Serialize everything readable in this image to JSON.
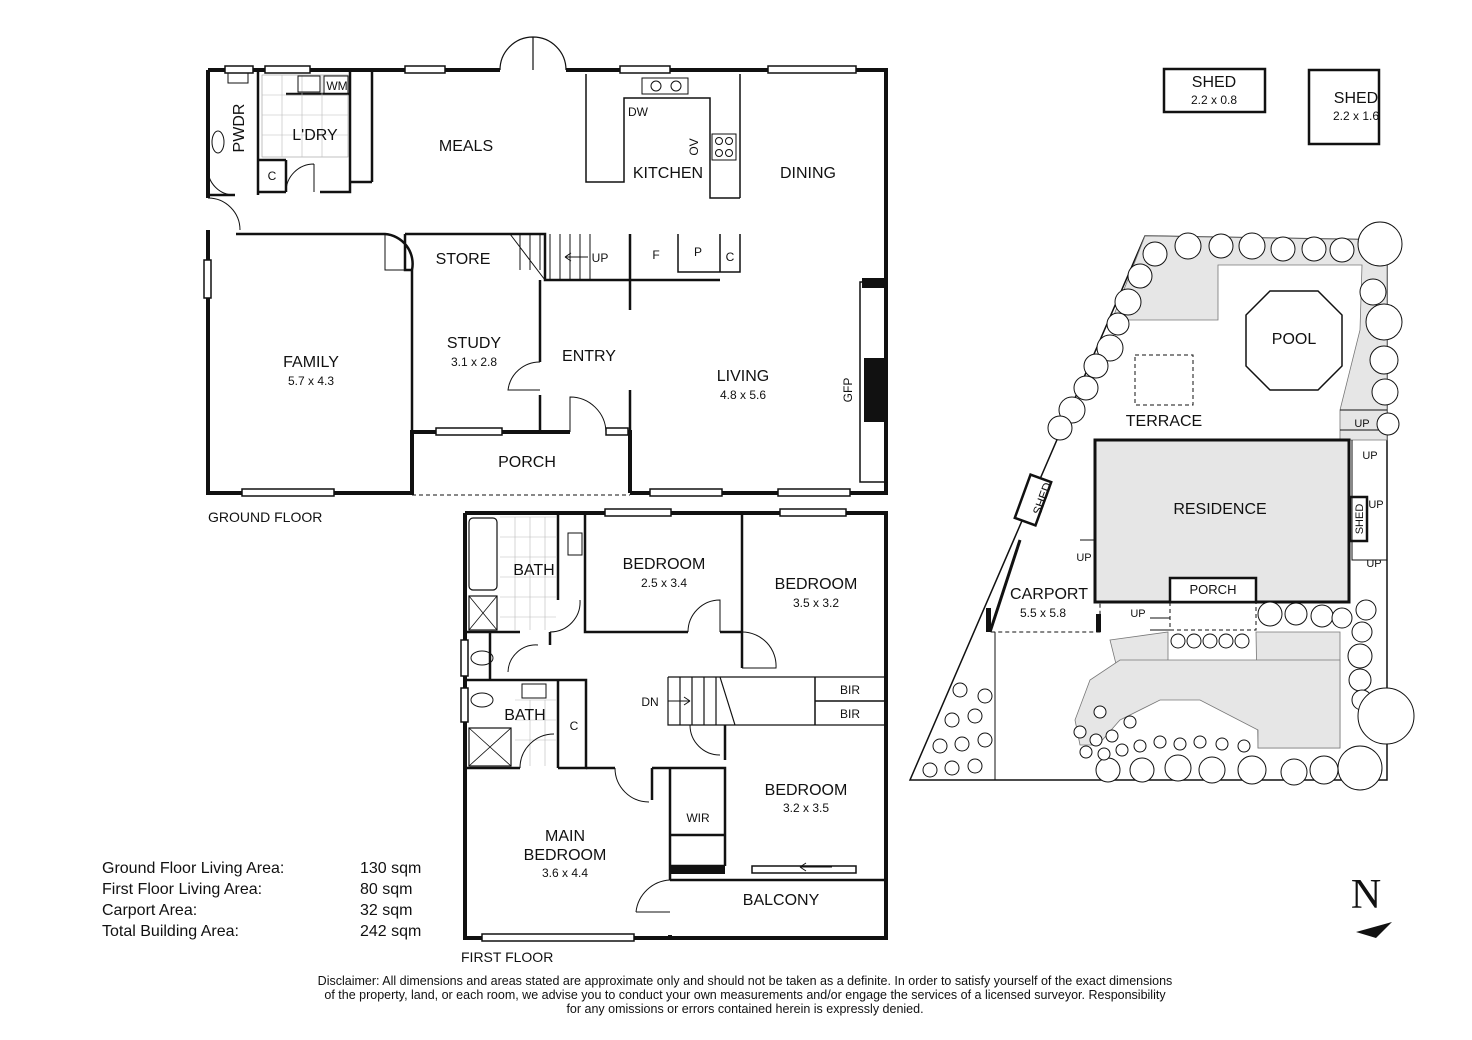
{
  "ground_floor": {
    "title": "GROUND FLOOR",
    "rooms": {
      "pwdr": "PWDR",
      "wm": "WM",
      "laundry": "L'DRY",
      "cupboard": "C",
      "meals": "MEALS",
      "dw": "DW",
      "ov": "OV",
      "kitchen": "KITCHEN",
      "dining": "DINING",
      "store": "STORE",
      "up": "UP",
      "fridge": "F",
      "pantry": "P",
      "cupboard2": "C",
      "family": "FAMILY",
      "family_dim": "5.7 x 4.3",
      "study": "STUDY",
      "study_dim": "3.1 x 2.8",
      "entry": "ENTRY",
      "living": "LIVING",
      "living_dim": "4.8 x 5.6",
      "gfp": "GFP",
      "porch": "PORCH"
    }
  },
  "first_floor": {
    "title": "FIRST FLOOR",
    "rooms": {
      "bath1": "BATH",
      "bed1": "BEDROOM",
      "bed1_dim": "2.5 x 3.4",
      "bed2": "BEDROOM",
      "bed2_dim": "3.5 x 3.2",
      "dn": "DN",
      "bir1": "BIR",
      "bir2": "BIR",
      "bath2": "BATH",
      "cupboard": "C",
      "bed3": "BEDROOM",
      "bed3_dim": "3.2 x 3.5",
      "wir": "WIR",
      "main_bed_1": "MAIN",
      "main_bed_2": "BEDROOM",
      "main_bed_dim": "3.6 x 4.4",
      "balcony": "BALCONY"
    }
  },
  "site": {
    "shed1": "SHED",
    "shed1_dim": "2.2 x 0.8",
    "shed2": "SHED",
    "shed2_dim": "2.2 x 1.6",
    "pool": "POOL",
    "terrace": "TERRACE",
    "residence": "RESIDENCE",
    "shed_left": "SHED",
    "shed_right": "SHED",
    "carport": "CARPORT",
    "carport_dim": "5.5 x 5.8",
    "porch": "PORCH",
    "up1": "UP",
    "up2": "UP",
    "up3": "UP",
    "up4": "UP",
    "up5": "UP",
    "up6": "UP"
  },
  "north": "N",
  "areas": [
    {
      "label": "Ground Floor Living Area:",
      "value": "130 sqm"
    },
    {
      "label": "First Floor Living Area:",
      "value": "80 sqm"
    },
    {
      "label": "Carport Area:",
      "value": "32 sqm"
    },
    {
      "label": "Total Building Area:",
      "value": "242 sqm"
    }
  ],
  "disclaimer": {
    "line1": "Disclaimer: All dimensions and areas stated are approximate only and should not be taken as a definite. In order to satisfy yourself of the exact dimensions",
    "line2": "of the property, land, or each room, we advise you to conduct your own measurements and/or engage the services of a licensed surveyor. Responsibility",
    "line3": "for any omissions or errors contained herein is expressly denied."
  },
  "colors": {
    "wall": "#111111",
    "grass": "#e6e6e6",
    "line": "#222222"
  }
}
